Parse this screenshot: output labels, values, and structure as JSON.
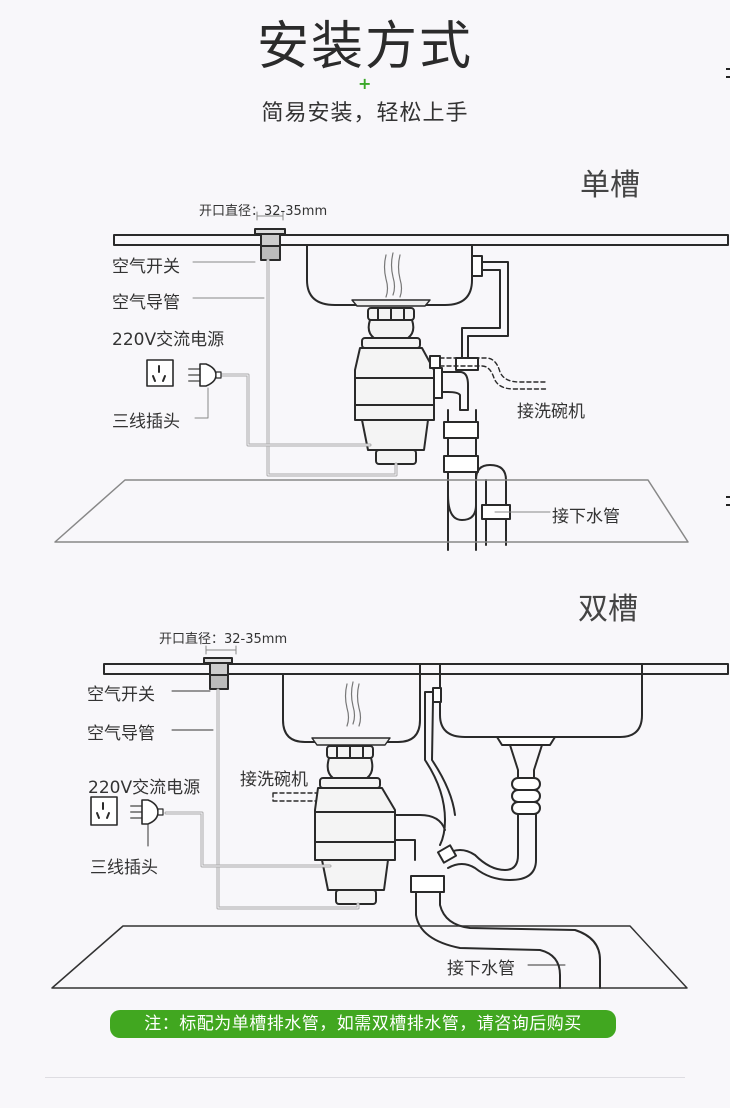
{
  "header": {
    "title": "安装方式",
    "subtitle": "简易安装，轻松上手",
    "accent_color": "#3aa829"
  },
  "single_sink": {
    "title": "单槽",
    "labels": {
      "opening_diameter": "开口直径：32-35mm",
      "air_switch": "空气开关",
      "air_tube": "空气导管",
      "power": "220V交流电源",
      "plug": "三线插头",
      "dishwasher": "接洗碗机",
      "drain": "接下水管"
    }
  },
  "double_sink": {
    "title": "双槽",
    "labels": {
      "opening_diameter": "开口直径：32-35mm",
      "air_switch": "空气开关",
      "air_tube": "空气导管",
      "power": "220V交流电源",
      "plug": "三线插头",
      "dishwasher": "接洗碗机",
      "drain": "接下水管"
    }
  },
  "note": {
    "text": "注：标配为单槽排水管，如需双槽排水管，请咨询后购买",
    "color": "#41a720"
  }
}
